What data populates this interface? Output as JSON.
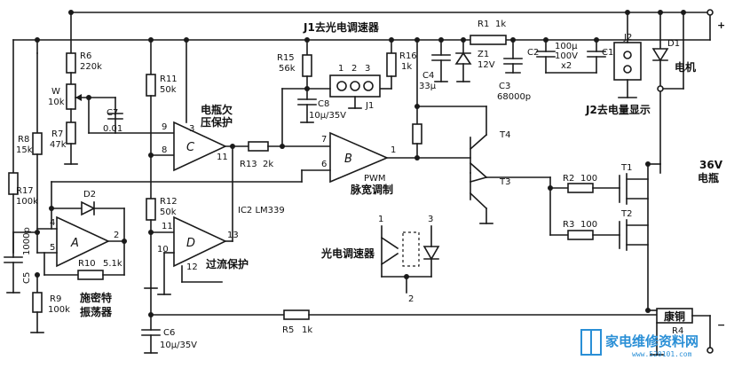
{
  "labels": {
    "J1_title": "J1去光电调速器",
    "R1": "R1",
    "R1v": "1k",
    "plus": "+",
    "minus": "−",
    "D1": "D1",
    "J2": "J2",
    "motor": "电机",
    "C2": "C2",
    "C2v1": "100μ",
    "C2v2": "100V",
    "C2v3": "x2",
    "C1": "C1",
    "Z1": "Z1",
    "Z1v": "12V",
    "C3": "C3",
    "C3v": "68000p",
    "C4": "C4",
    "C4v": "33μ",
    "R16": "R16",
    "R16v": "1k",
    "R15": "R15",
    "R15v": "56k",
    "J1pins": [
      "1",
      "2",
      "3"
    ],
    "J1": "J1",
    "C8": "C8",
    "C8v": "10μ/35V",
    "R6": "R6",
    "R6v": "220k",
    "W": "W",
    "Wv": "10k",
    "R7": "R7",
    "R7v": "47k",
    "C7": "C7",
    "C7v": "0.01",
    "R11": "R11",
    "R11v": "50k",
    "batt_under1": "电瓶欠",
    "batt_under2": "压保护",
    "pin3": "3",
    "pin9": "9",
    "pin8": "8",
    "pin11": "11",
    "opC": "C",
    "R13": "R13",
    "R13v": "2k",
    "pin7": "7",
    "pin6": "6",
    "pin1": "1",
    "opB": "B",
    "pwm1": "PWM",
    "pwm2": "脉宽调制",
    "T4": "T4",
    "T3": "T3",
    "R8": "R8",
    "R8v": "15k",
    "R17": "R17",
    "R17v": "100k",
    "D2": "D2",
    "pin4": "4",
    "pin5": "5",
    "pin2": "2",
    "opA": "A",
    "C5": "C5",
    "C5v": "1000p",
    "R10": "R10",
    "R10v": "5.1k",
    "R9": "R9",
    "R9v": "100k",
    "osc1": "施密特",
    "osc2": "振荡器",
    "R12": "R12",
    "R12v": "50k",
    "IC2": "IC2  LM339",
    "pin11b": "11",
    "pin10": "10",
    "pin12": "12",
    "pin13": "13",
    "opD": "D",
    "over1": "过流保护",
    "opto": "光电调速器",
    "opto_p1": "1",
    "opto_p3": "3",
    "opto_p2": "2",
    "R2": "R2",
    "R2v": "100",
    "R3": "R3",
    "R3v": "100",
    "T1": "T1",
    "T2": "T2",
    "batt1": "36V",
    "batt2": "电瓶",
    "J2_disp": "J2去电量显示",
    "C6": "C6",
    "C6v": "10μ/35V",
    "R5": "R5",
    "R5v": "1k",
    "kangtong": "康铜",
    "R4": "R4",
    "watermark": "家电维修资料网",
    "watermark_url": "www.520101.com"
  }
}
